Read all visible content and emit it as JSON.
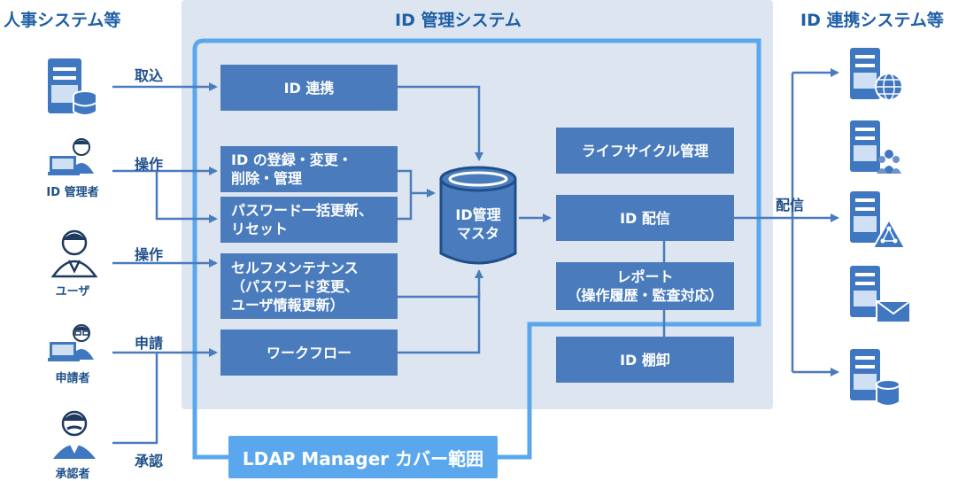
{
  "sections": {
    "hr": "人事システム等",
    "idm": "ID 管理システム",
    "linked": "ID 連携システム等"
  },
  "actors": {
    "admin": "ID 管理者",
    "user": "ユーザ",
    "applicant": "申請者",
    "approver": "承認者"
  },
  "flow_labels": {
    "import": "取込",
    "operate1": "操作",
    "operate2": "操作",
    "apply": "申請",
    "approve": "承認",
    "distribute": "配信"
  },
  "boxes": {
    "id_link": "ID 連携",
    "register": [
      "ID の登録・変更・",
      "削除・管理"
    ],
    "password": [
      "パスワード一括更新、",
      "リセット"
    ],
    "self": [
      "セルフメンテナンス",
      "（パスワード変更、",
      "ユーザ情報更新）"
    ],
    "workflow": "ワークフロー",
    "lifecycle": "ライフサイクル管理",
    "delivery": "ID 配信",
    "report": [
      "レポート",
      "（操作履歴・監査対応）"
    ],
    "inventory": "ID 棚卸"
  },
  "database": [
    "ID管理",
    "マスタ"
  ],
  "coverage": "LDAP Manager カバー範囲",
  "colors": {
    "panel": "#dde5f0",
    "box": "#4a7cbd",
    "coverage": "#5aa7ee",
    "title": "#1f5fa6"
  },
  "target_icons": [
    "globe-icon",
    "people-icon",
    "network-icon",
    "mail-icon",
    "database-icon"
  ]
}
